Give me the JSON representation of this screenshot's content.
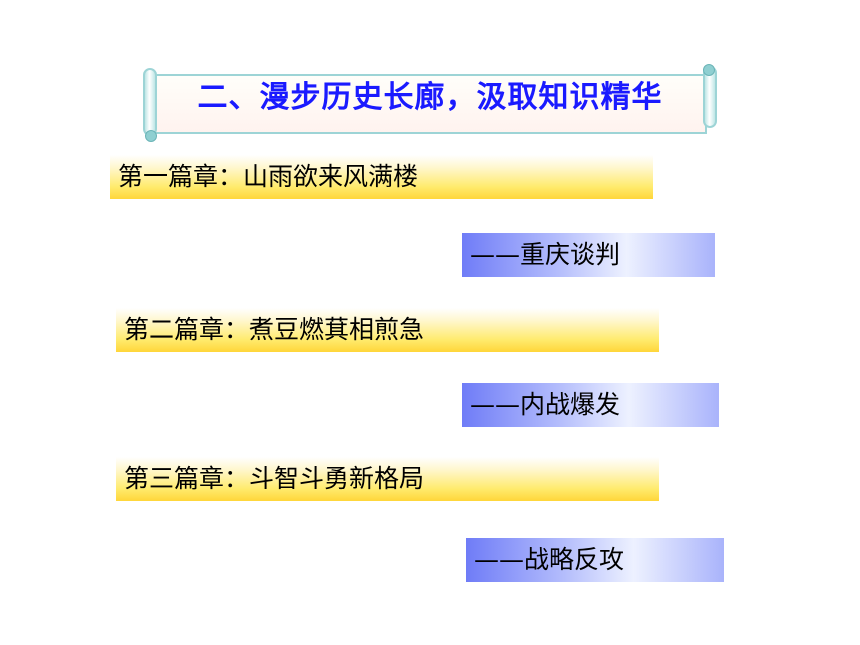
{
  "title": "二、漫步历史长廊，汲取知识精华",
  "chapters": [
    {
      "heading": "第一篇章：山雨欲来风满楼",
      "subtitle": "——重庆谈判"
    },
    {
      "heading": "第二篇章：煮豆燃萁相煎急",
      "subtitle": "——内战爆发"
    },
    {
      "heading": "第三篇章：斗智斗勇新格局",
      "subtitle": "——战略反攻"
    }
  ],
  "colors": {
    "title_text": "#1a1aff",
    "scroll_border": "#9dd4d6",
    "chapter_bar": "#ffeb6e",
    "subtitle_bar": "#b4bdfc"
  }
}
